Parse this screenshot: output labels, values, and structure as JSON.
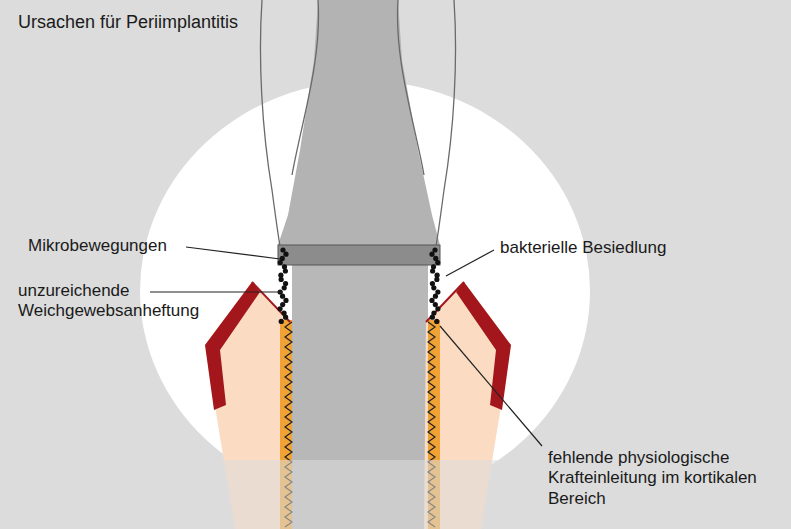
{
  "diagram": {
    "title": "Ursachen für Periimplantitis",
    "labels": [
      "Mikrobewegungen",
      "unzureichende Weichgewebsanheftung",
      "bakterielle Besiedlung",
      "fehlende physiologische Krafteinleitung im kortikalen Bereich"
    ]
  }
}
